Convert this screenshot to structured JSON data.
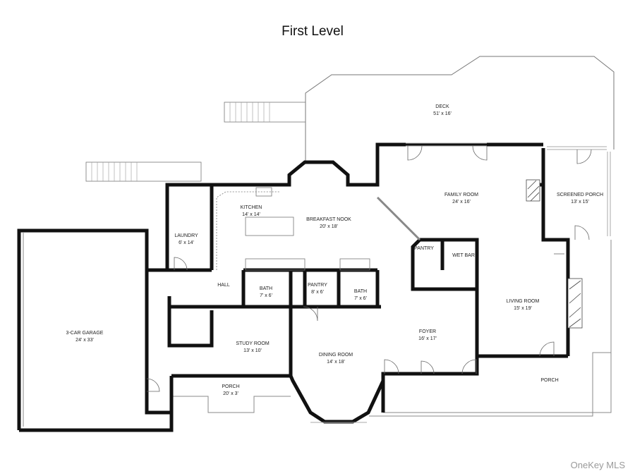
{
  "title": "First Level",
  "watermark": "OneKey MLS",
  "rooms": {
    "deck": {
      "name": "DECK",
      "size": "51' x 16'"
    },
    "family_room": {
      "name": "FAMILY ROOM",
      "size": "24' x 16'"
    },
    "screened_porch": {
      "name": "SCREENED PORCH",
      "size": "13' x 15'"
    },
    "kitchen": {
      "name": "KITCHEN",
      "size": "14' x 14'"
    },
    "breakfast_nook": {
      "name": "BREAKFAST NOOK",
      "size": "20' x 18'"
    },
    "laundry": {
      "name": "LAUNDRY",
      "size": "6' x 14'"
    },
    "pantry_upper": {
      "name": "PANTRY"
    },
    "wet_bar": {
      "name": "WET BAR"
    },
    "hall": {
      "name": "HALL"
    },
    "bath_1": {
      "name": "BATH",
      "size": "7' x 6'"
    },
    "pantry_lower": {
      "name": "PANTRY",
      "size": "8' x 6'"
    },
    "bath_2": {
      "name": "BATH",
      "size": "7' x 6'"
    },
    "living_room": {
      "name": "LIVING ROOM",
      "size": "15' x 19'"
    },
    "garage": {
      "name": "3-CAR GARAGE",
      "size": "24' x 33'"
    },
    "study_room": {
      "name": "STUDY ROOM",
      "size": "13' x 10'"
    },
    "foyer": {
      "name": "FOYER",
      "size": "16' x 17'"
    },
    "dining_room": {
      "name": "DINING ROOM",
      "size": "14' x 18'"
    },
    "porch_front": {
      "name": "PORCH",
      "size": "20' x 3'"
    },
    "porch_right": {
      "name": "PORCH"
    }
  }
}
